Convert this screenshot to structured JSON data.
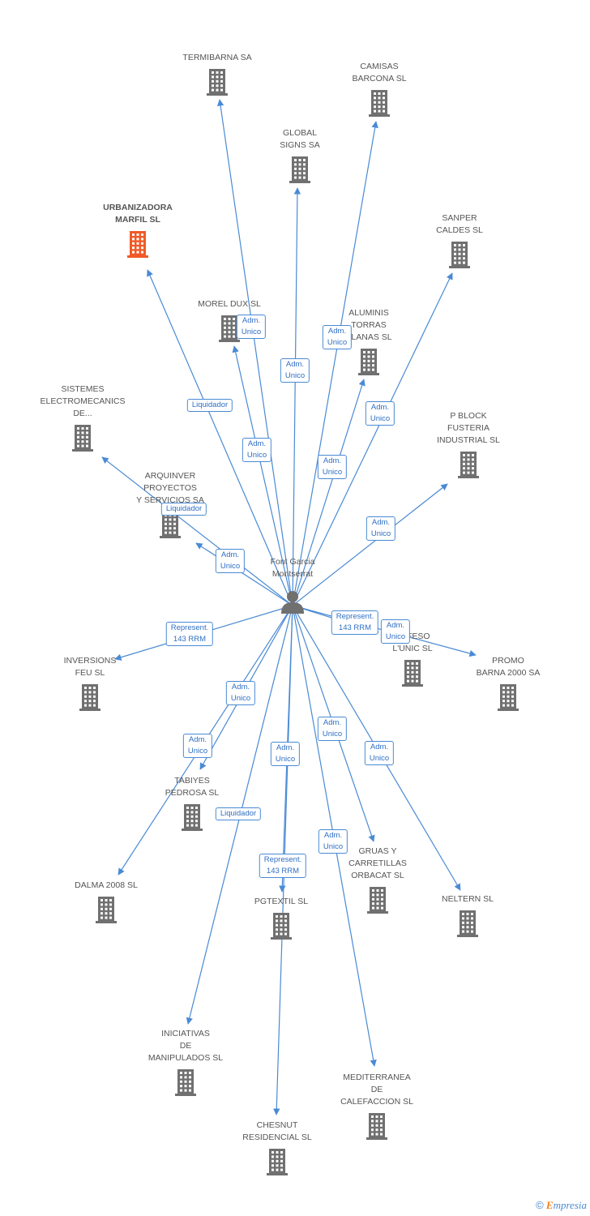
{
  "center": {
    "label": "Font Garcia\nMontserrat",
    "icon": "person-icon"
  },
  "colors": {
    "edge": "#4a8ad4",
    "building": "#707070",
    "highlight": "#f05a28"
  },
  "footer": {
    "copyright": "©",
    "brand_initial": "E",
    "brand_rest": "mpresia"
  },
  "nodes": [
    {
      "id": "termibarna",
      "label": "TERMIBARNA SA"
    },
    {
      "id": "camisas",
      "label": "CAMISAS\nBARCONA SL"
    },
    {
      "id": "global",
      "label": "GLOBAL\nSIGNS SA"
    },
    {
      "id": "urbanizadora",
      "label": "URBANIZADORA\nMARFIL SL",
      "highlight": true
    },
    {
      "id": "sanper",
      "label": "SANPER\nCALDES SL"
    },
    {
      "id": "morel",
      "label": "MOREL DUX SL"
    },
    {
      "id": "aluminis",
      "label": "ALUMINIS\nTORRAS\nPLANAS SL"
    },
    {
      "id": "sistemes",
      "label": "SISTEMES\nELECTROMECANICS\nDE..."
    },
    {
      "id": "pblock",
      "label": "P BLOCK\nFUSTERIA\nINDUSTRIAL SL"
    },
    {
      "id": "arquinver",
      "label": "ARQUINVER\nPROYECTOS\nY SERVICIOS SA"
    },
    {
      "id": "inversions",
      "label": "INVERSIONS\nFEU SL"
    },
    {
      "id": "hefeso",
      "label": "HEFESO\nL'UNIC SL"
    },
    {
      "id": "promo",
      "label": "PROMO\nBARNA 2000 SA"
    },
    {
      "id": "tabiyes",
      "label": "TABIYES\nPEDROSA SL"
    },
    {
      "id": "dalma",
      "label": "DALMA 2008 SL"
    },
    {
      "id": "pgtextil",
      "label": "PGTEXTIL SL"
    },
    {
      "id": "gruas",
      "label": "GRUAS Y\nCARRETILLAS\nORBACAT SL"
    },
    {
      "id": "neltern",
      "label": "NELTERN SL"
    },
    {
      "id": "iniciativas",
      "label": "INICIATIVAS\nDE\nMANIPULADOS SL"
    },
    {
      "id": "mediterranea",
      "label": "MEDITERRANEA\nDE\nCALEFACCION SL"
    },
    {
      "id": "chesnut",
      "label": "CHESNUT\nRESIDENCIAL SL"
    }
  ],
  "edges": [
    {
      "to": "termibarna",
      "label": "Adm.\nUnico"
    },
    {
      "to": "camisas",
      "label": "Adm.\nUnico"
    },
    {
      "to": "global",
      "label": "Adm.\nUnico"
    },
    {
      "to": "urbanizadora",
      "label": "Liquidador"
    },
    {
      "to": "sanper",
      "label": "Adm.\nUnico"
    },
    {
      "to": "morel",
      "label": "Adm.\nUnico"
    },
    {
      "to": "aluminis",
      "label": "Adm.\nUnico"
    },
    {
      "to": "sistemes",
      "label": "Liquidador"
    },
    {
      "to": "pblock",
      "label": "Adm.\nUnico"
    },
    {
      "to": "arquinver",
      "label": "Adm.\nUnico"
    },
    {
      "to": "inversions",
      "label": "Represent.\n143 RRM"
    },
    {
      "to": "hefeso",
      "label": "Represent.\n143 RRM"
    },
    {
      "to": "promo",
      "label": "Adm.\nUnico"
    },
    {
      "to": "tabiyes",
      "label": "Adm.\nUnico"
    },
    {
      "to": "dalma",
      "label": "Adm.\nUnico"
    },
    {
      "to": "pgtextil",
      "label": "Adm.\nUnico"
    },
    {
      "to": "gruas",
      "label": "Adm.\nUnico"
    },
    {
      "to": "neltern",
      "label": "Adm.\nUnico"
    },
    {
      "to": "iniciativas",
      "label": "Liquidador"
    },
    {
      "to": "mediterranea",
      "label": "Adm.\nUnico"
    },
    {
      "to": "chesnut",
      "label": "Represent.\n143 RRM"
    }
  ]
}
